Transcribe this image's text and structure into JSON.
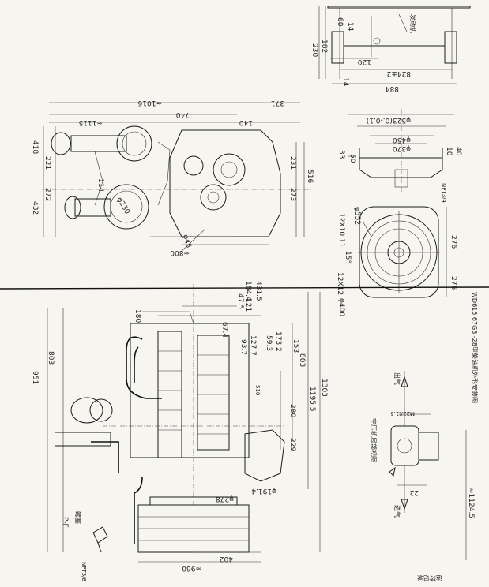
{
  "drawing": {
    "title": "WD615.67G3 -28型柴油机外形安装图",
    "stamp": "运转记录",
    "ink": "#1a1a1a",
    "paper": "#f7f5f0"
  },
  "top_right_view": {
    "dims": [
      "60",
      "230",
      "182",
      "14",
      "120",
      "824±2",
      "884",
      "14"
    ]
  },
  "flywheel_section": {
    "dims": [
      "φ523(0,-0.1)",
      "φ450",
      "φ370",
      "33",
      "10",
      "40",
      "50",
      "NPT3/4"
    ]
  },
  "flywheel_front": {
    "dims": [
      "12X10.11",
      "φ552",
      "15°",
      "12X12",
      "φ400",
      "276",
      "276"
    ]
  },
  "front_view": {
    "dims": [
      "≈1016",
      "740",
      "371",
      "≈1115",
      "140",
      "418",
      "221",
      "432",
      "272",
      "231",
      "516",
      "273",
      "114",
      "≈800",
      "φ45",
      "φ230"
    ]
  },
  "side_view": {
    "dims": [
      "951",
      "803",
      "180",
      "184.4",
      "121",
      "47.5",
      "431.5",
      "67.4",
      "93.7",
      "127.7",
      "59.3",
      "173.2",
      "153",
      "803",
      "1195.5",
      "1303",
      "280",
      "229",
      "510",
      "φ191.4",
      "φ278",
      "≈960",
      "402",
      "≈1124.5"
    ]
  },
  "compressor_detail": {
    "title": "空压机局部视图",
    "dims": [
      "M22X1.5",
      "22",
      "出气",
      "进气"
    ]
  },
  "small_labels": {
    "pf": "P-F",
    "note1": "发动机",
    "note2": "NPT3/8",
    "note3": "螺塞"
  }
}
